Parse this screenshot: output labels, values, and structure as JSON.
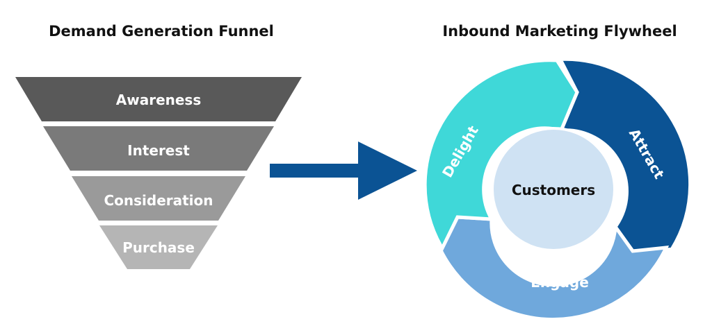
{
  "funnel": {
    "title": "Demand Generation Funnel",
    "stages": [
      {
        "label": "Awareness",
        "color": "#595959"
      },
      {
        "label": "Interest",
        "color": "#7a7a7a"
      },
      {
        "label": "Consideration",
        "color": "#9a9a9a"
      },
      {
        "label": "Purchase",
        "color": "#b5b5b5"
      }
    ]
  },
  "arrow": {
    "color": "#0b5394"
  },
  "flywheel": {
    "title": "Inbound Marketing Flywheel",
    "center_label": "Customers",
    "center_color": "#cfe2f3",
    "segments": [
      {
        "label": "Attract",
        "color": "#0b5394"
      },
      {
        "label": "Engage",
        "color": "#6fa8dc"
      },
      {
        "label": "Delight",
        "color": "#3fd8d8"
      }
    ]
  }
}
